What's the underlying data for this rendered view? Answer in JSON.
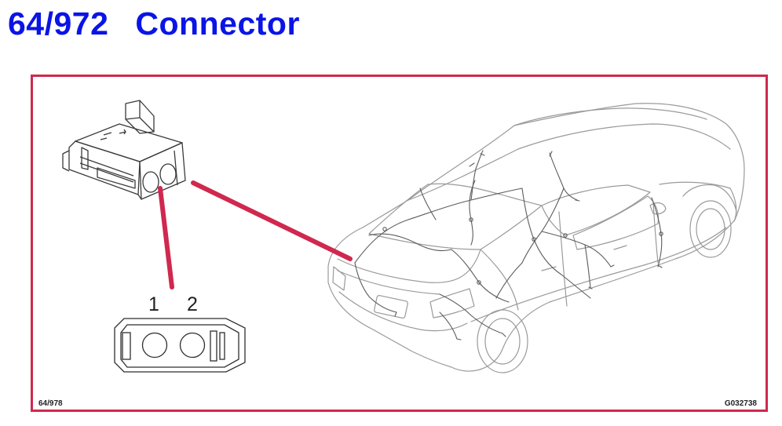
{
  "title": {
    "number": "64/972",
    "label": "Connector",
    "color": "#0a14e6"
  },
  "frame": {
    "border_color": "#d0284e"
  },
  "connector": {
    "pins": [
      "1",
      "2"
    ],
    "leader_color": "#d0284e"
  },
  "footer": {
    "left_code": "64/978",
    "right_code": "G032738"
  }
}
